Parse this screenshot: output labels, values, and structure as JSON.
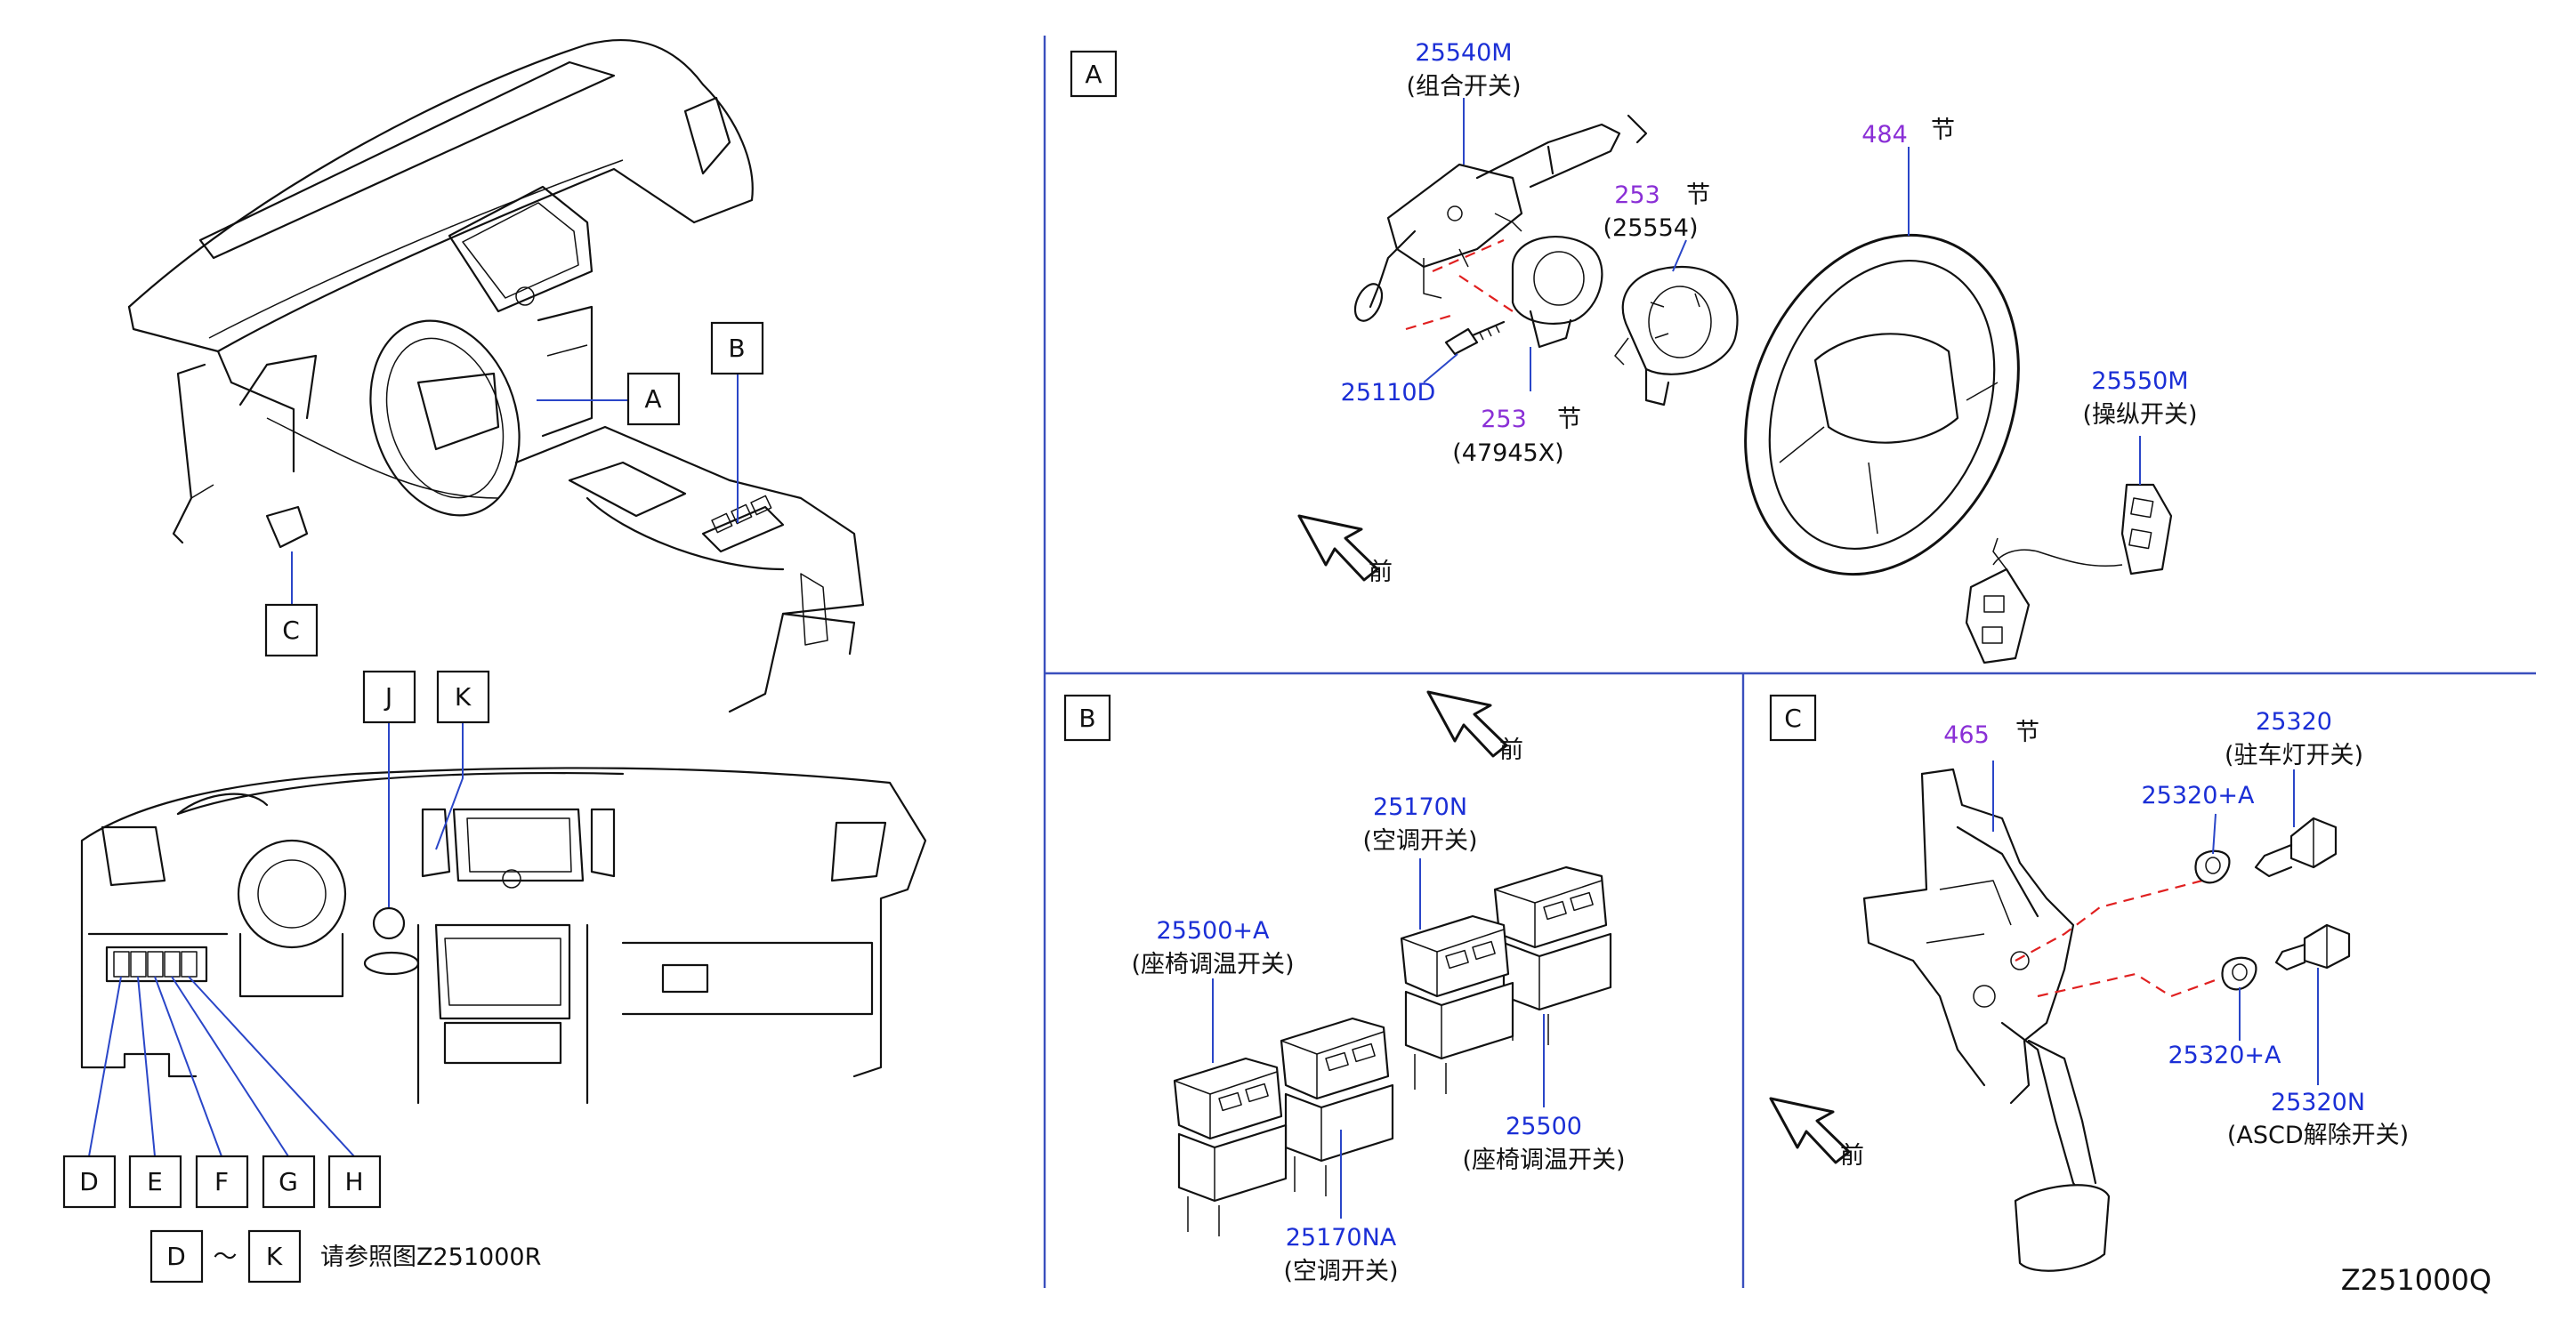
{
  "diagram_code": "Z251000Q",
  "overview": {
    "boxes": [
      "A",
      "B",
      "C",
      "J",
      "K",
      "D",
      "E",
      "F",
      "G",
      "H"
    ],
    "legend": {
      "from": "D",
      "tilde": "～",
      "to": "K",
      "text": "请参照图Z251000R"
    }
  },
  "panelA": {
    "letter": "A",
    "combo_part": "25540M",
    "combo_desc": "(组合开关)",
    "sec253_top_num": "253",
    "sec253_top_jie": "节",
    "sec253_top_sub": "(25554)",
    "sec484_num": "484",
    "sec484_jie": "节",
    "screw_part": "25110D",
    "sec253_bot_num": "253",
    "sec253_bot_jie": "节",
    "sec253_bot_sub": "(47945X)",
    "steer_part": "25550M",
    "steer_desc": "(操纵开关)",
    "front": "前"
  },
  "panelB": {
    "letter": "B",
    "front": "前",
    "p25170N": "25170N",
    "p25170N_desc": "(空调开关)",
    "p25500A": "25500+A",
    "p25500A_desc": "(座椅调温开关)",
    "p25500": "25500",
    "p25500_desc": "(座椅调温开关)",
    "p25170NA": "25170NA",
    "p25170NA_desc": "(空调开关)"
  },
  "panelC": {
    "letter": "C",
    "front": "前",
    "sec465_num": "465",
    "sec465_jie": "节",
    "p25320": "25320",
    "p25320_desc": "(驻车灯开关)",
    "p25320A_top": "25320+A",
    "p25320A_bot": "25320+A",
    "p25320N": "25320N",
    "p25320N_desc": "(ASCD解除开关)"
  },
  "colors": {
    "part_number": "#1b2fd6",
    "section_number": "#8a2fd6",
    "panel_border": "#3a4fbd",
    "dashed_link": "#e02020"
  }
}
